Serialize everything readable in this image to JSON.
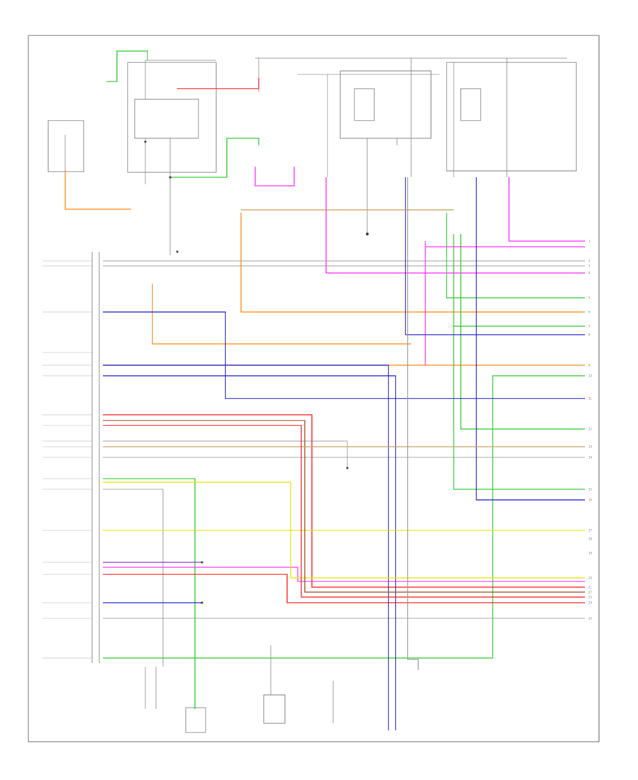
{
  "header_right": "",
  "footer_left": "",
  "left_labels": [],
  "right_pins": [
    "1",
    "2",
    "3",
    "4",
    "5",
    "6",
    "7",
    "8",
    "9",
    "10",
    "11",
    "12",
    "13",
    "14",
    "15",
    "16",
    "17",
    "18",
    "19",
    "20",
    "21",
    "22",
    "23",
    "24",
    "25"
  ],
  "wire_colors": {
    "orange": "#ff8c1a",
    "green": "#33cc33",
    "red": "#ff2020",
    "magenta": "#ff33ff",
    "blue": "#2222cc",
    "violet": "#8833cc",
    "yellow": "#e6e600",
    "gray": "#999999",
    "tan": "#c8a060",
    "brown": "#a05020",
    "pink": "#ff88cc"
  }
}
